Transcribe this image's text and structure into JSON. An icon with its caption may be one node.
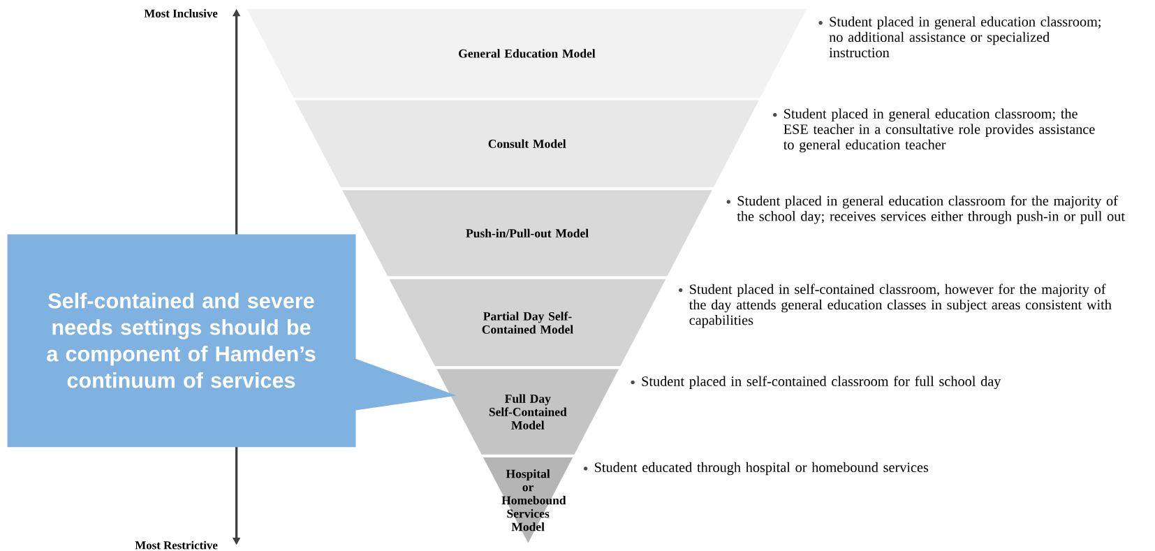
{
  "diagram": {
    "nodes": [
      {
        "text": [
          "General Education Model"
        ]
      },
      {
        "text": [
          "Consult Model"
        ]
      },
      {
        "text": [
          "Push-in/Pull-out Model"
        ]
      },
      {
        "text": [
          "Partial Day Self-Contained Model"
        ]
      },
      {
        "text": [
          "Full Day Self-Contained Model"
        ]
      },
      {
        "text": [
          "Hospital or Homebound Services Model"
        ]
      },
      {
        "text": [
          "Self-contained and severe needs settings should be a component of Hamden’s continuum of services"
        ]
      }
    ],
    "labels": [
      "Most Inclusive",
      "Student placed in general education classroom; no additional assistance or specialized instruction",
      "Student placed in general education classroom; the ESE teacher in a consultative role provides assistance to general education teacher",
      "Student placed in general education classroom for the majority of the school day; receives services either through push-in or pull out",
      "Student placed in self-contained classroom, however for the majority of the day attends general education classes in subject areas consistent with capabilities",
      "Student placed in self-contained classroom for full school day",
      "Student educated through hospital or homebound services",
      "Most Restrictive"
    ]
  }
}
